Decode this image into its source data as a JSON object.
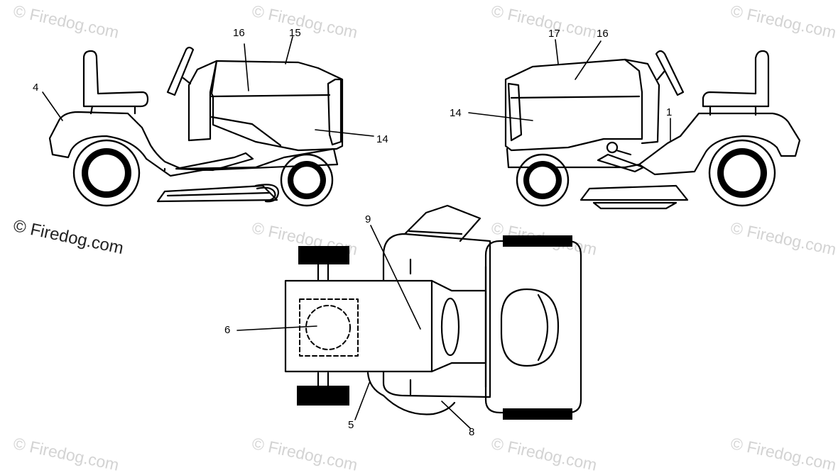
{
  "watermark": {
    "text": "© Firedog.com",
    "primary_text": "© Firedog.com",
    "color": "#d3d3d3",
    "primary_color": "#222222"
  },
  "callouts": {
    "left_view": {
      "seat": "4",
      "hood_top": "16",
      "hood_rear": "15",
      "hood_side": "14"
    },
    "right_view": {
      "hood_rear": "17",
      "hood_top": "16",
      "hood_side": "14",
      "fender": "1"
    },
    "top_view": {
      "hood": "9",
      "center_decal": "6",
      "deck_left": "5",
      "deck_right": "8"
    }
  }
}
